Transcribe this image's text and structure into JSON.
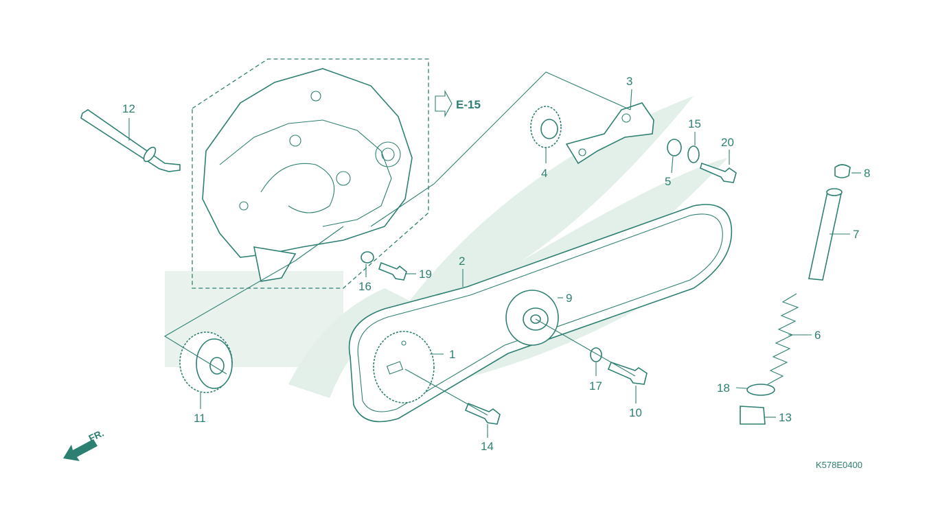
{
  "diagram": {
    "reference": "E-15",
    "figure_code": "K578E0400",
    "front_label": "FR.",
    "part_numbers": [
      "1",
      "2",
      "3",
      "4",
      "5",
      "6",
      "7",
      "8",
      "9",
      "10",
      "11",
      "12",
      "13",
      "14",
      "15",
      "16",
      "17",
      "18",
      "19",
      "20"
    ]
  },
  "colors": {
    "line": "#2d7f72",
    "watermark": "#e3efe9",
    "background": "#ffffff"
  }
}
